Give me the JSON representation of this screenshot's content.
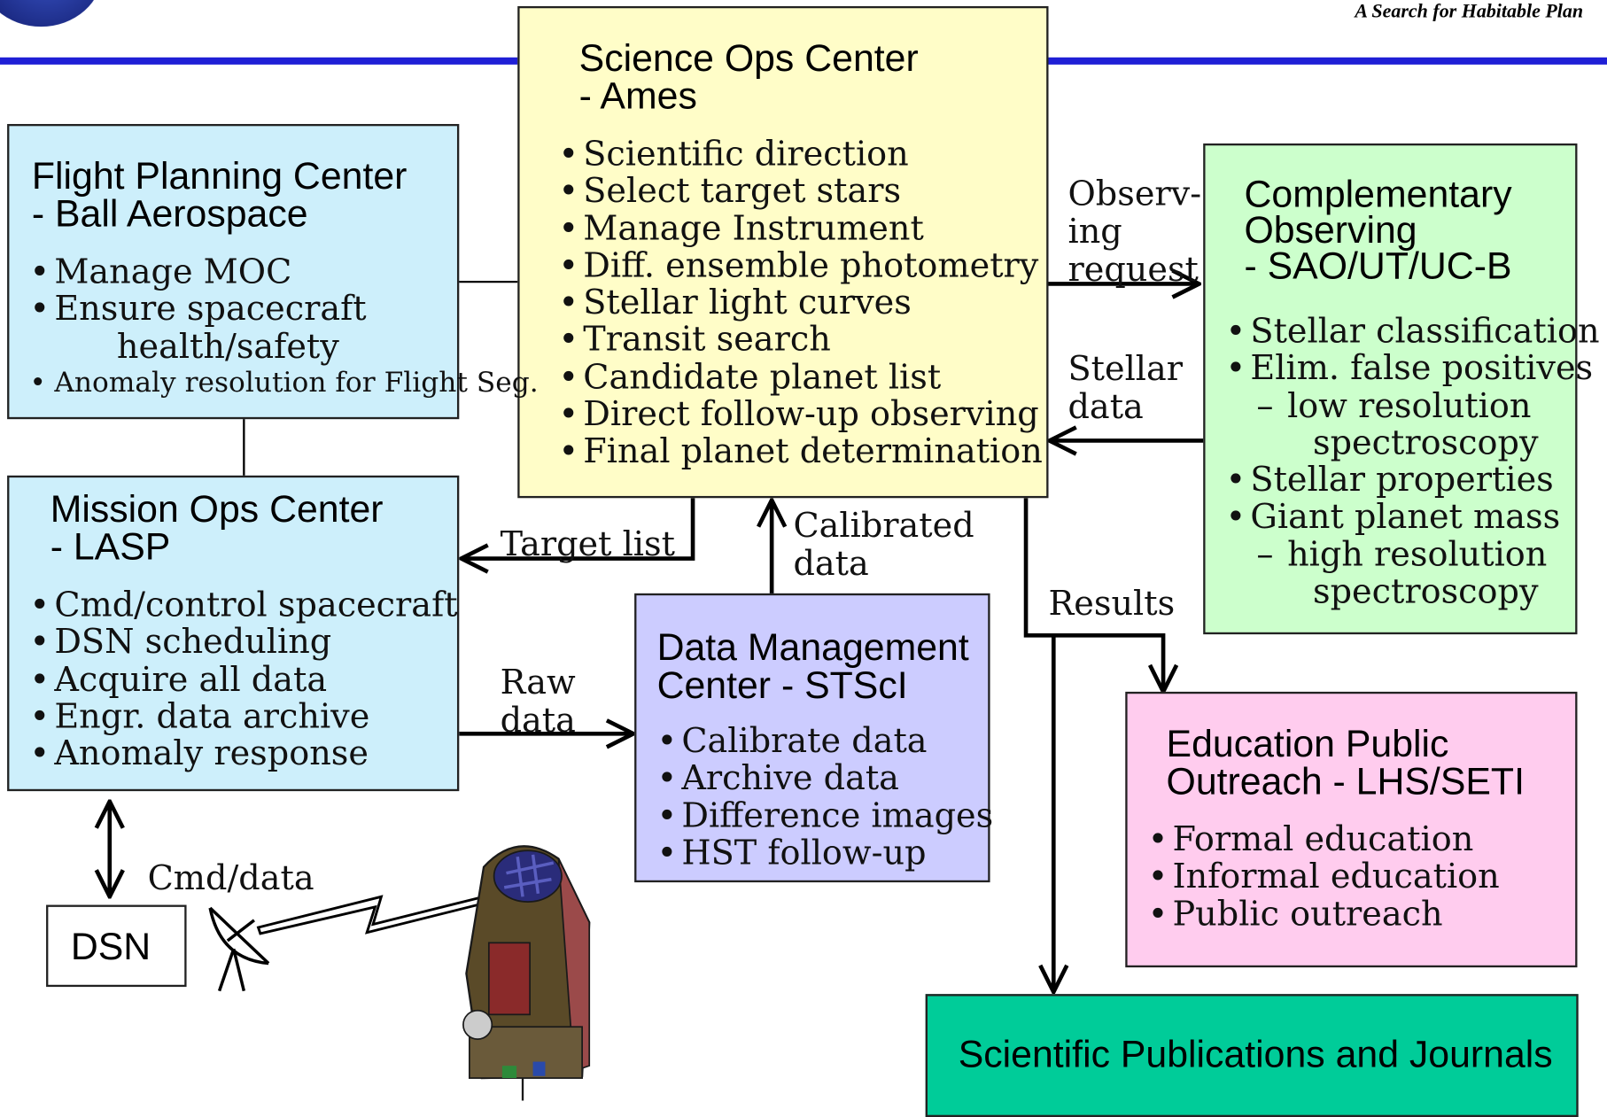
{
  "header": {
    "tagline": "A Search for Habitable Plan"
  },
  "colors": {
    "header_rule": "#1f1fd6",
    "science_ops_fill": "#fffdc8",
    "flight_planning_fill": "#cdeffb",
    "mission_ops_fill": "#cdeffb",
    "complementary_fill": "#ccffcc",
    "data_mgmt_fill": "#ccccff",
    "epo_fill": "#ffccee",
    "publications_fill": "#00cc99"
  },
  "science_ops": {
    "title": [
      "Science Ops Center",
      "- Ames"
    ],
    "items": [
      "Scientific direction",
      "Select target stars",
      "Manage Instrument",
      "Diff. ensemble photometry",
      "Stellar light curves",
      "Transit search",
      "Candidate planet list",
      "Direct follow-up observing",
      "Final planet determination"
    ]
  },
  "flight_planning": {
    "title": [
      "Flight Planning Center",
      "- Ball Aerospace"
    ],
    "items": [
      "Manage MOC",
      "Ensure spacecraft",
      "health/safety",
      "Anomaly resolution for Flight Seg."
    ]
  },
  "mission_ops": {
    "title": [
      "Mission Ops Center",
      "- LASP"
    ],
    "items": [
      "Cmd/control spacecraft",
      "DSN scheduling",
      "Acquire all data",
      "Engr. data archive",
      "Anomaly response"
    ]
  },
  "complementary": {
    "title": [
      "Complementary",
      "Observing",
      "- SAO/UT/UC-B"
    ],
    "items": [
      "Stellar classification",
      "Elim. false positives",
      "low resolution",
      "spectroscopy",
      "Stellar properties",
      "Giant planet mass",
      "high resolution",
      "spectroscopy"
    ]
  },
  "data_mgmt": {
    "title": [
      "Data Management",
      "Center - STScI"
    ],
    "items": [
      "Calibrate data",
      "Archive data",
      "Difference images",
      "HST follow-up"
    ]
  },
  "epo": {
    "title": [
      "Education Public",
      "Outreach - LHS/SETI"
    ],
    "items": [
      "Formal education",
      "Informal education",
      "Public outreach"
    ]
  },
  "publications": {
    "title": "Scientific Publications and Journals"
  },
  "dsn": {
    "label": "DSN"
  },
  "flow_labels": {
    "observing_request": [
      "Observ-",
      "ing",
      "request"
    ],
    "stellar_data": [
      "Stellar",
      "data"
    ],
    "target_list": "Target list",
    "calibrated_data": [
      "Calibrated",
      "data"
    ],
    "raw_data": [
      "Raw",
      "data"
    ],
    "results": "Results",
    "cmd_data": "Cmd/data"
  }
}
